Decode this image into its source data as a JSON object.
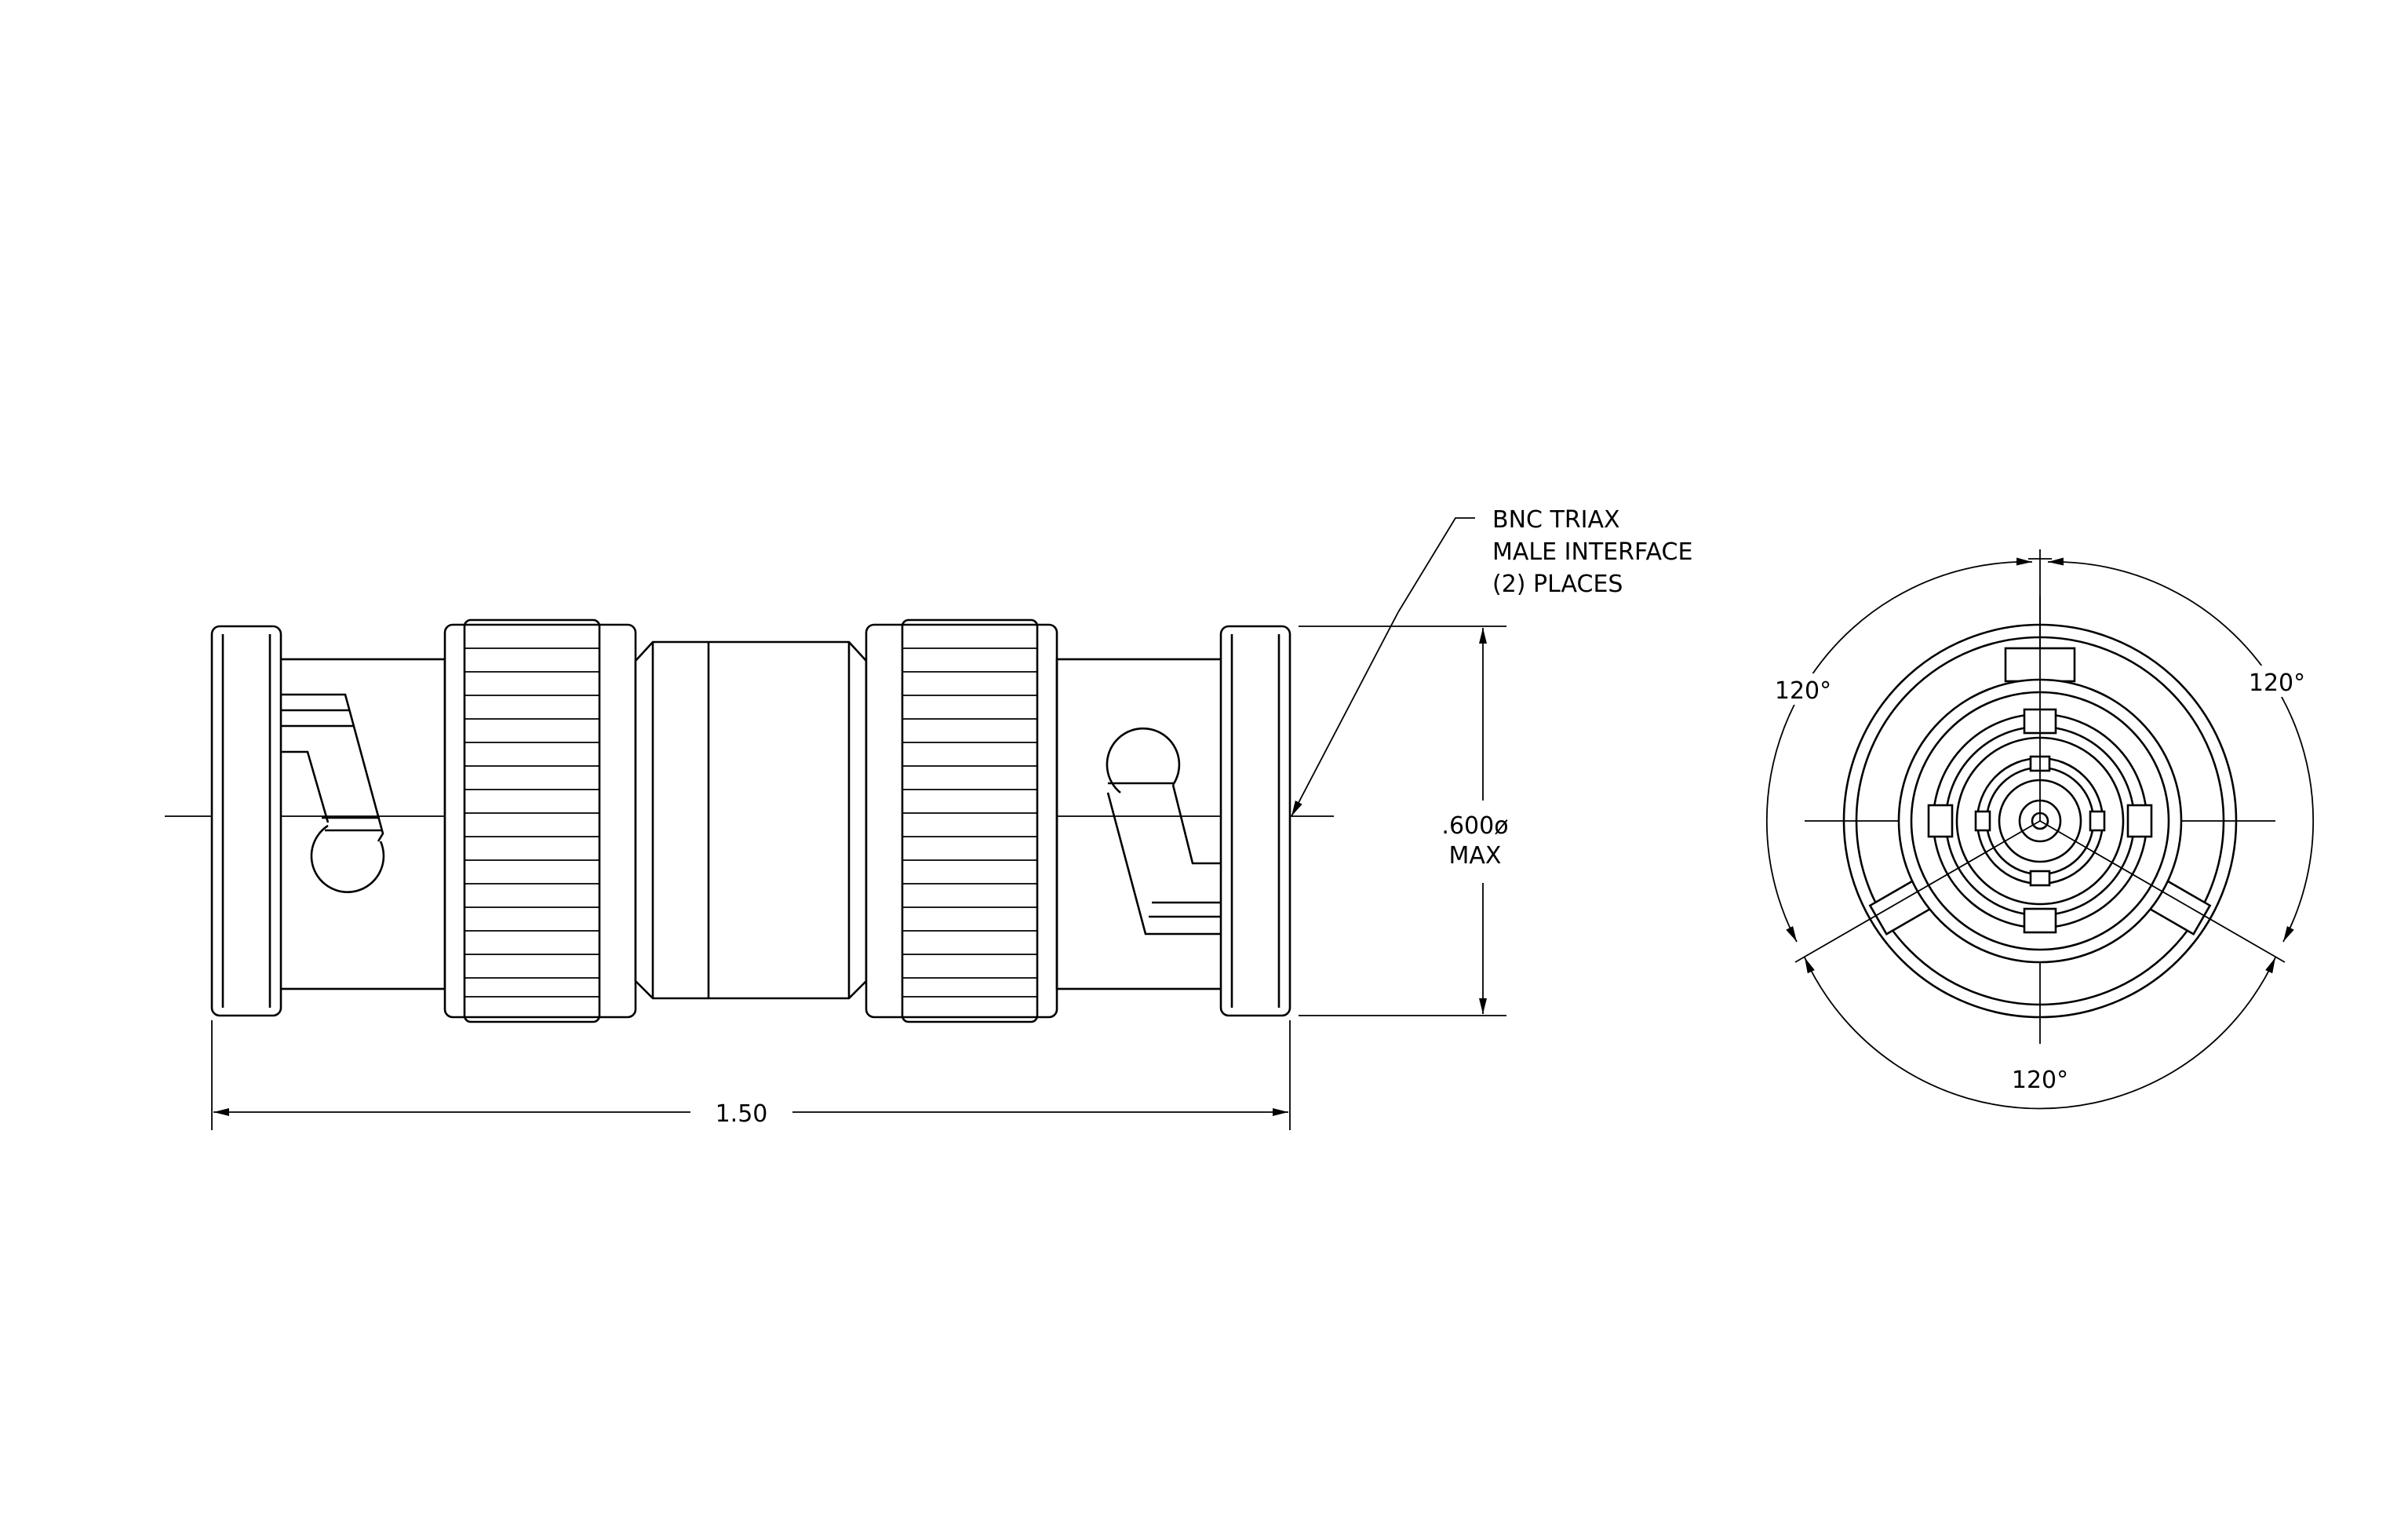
{
  "diagram": {
    "callout": {
      "line1": "BNC TRIAX",
      "line2": "MALE INTERFACE",
      "line3": "(2)  PLACES"
    },
    "dimensions": {
      "overall_length": "1.50",
      "diameter_value": ".600ø",
      "diameter_qualifier": "MAX"
    },
    "angles": {
      "upper_left": "120°",
      "upper_right": "120°",
      "bottom": "120°"
    },
    "colors": {
      "line": "#000000",
      "background": "#ffffff"
    }
  }
}
